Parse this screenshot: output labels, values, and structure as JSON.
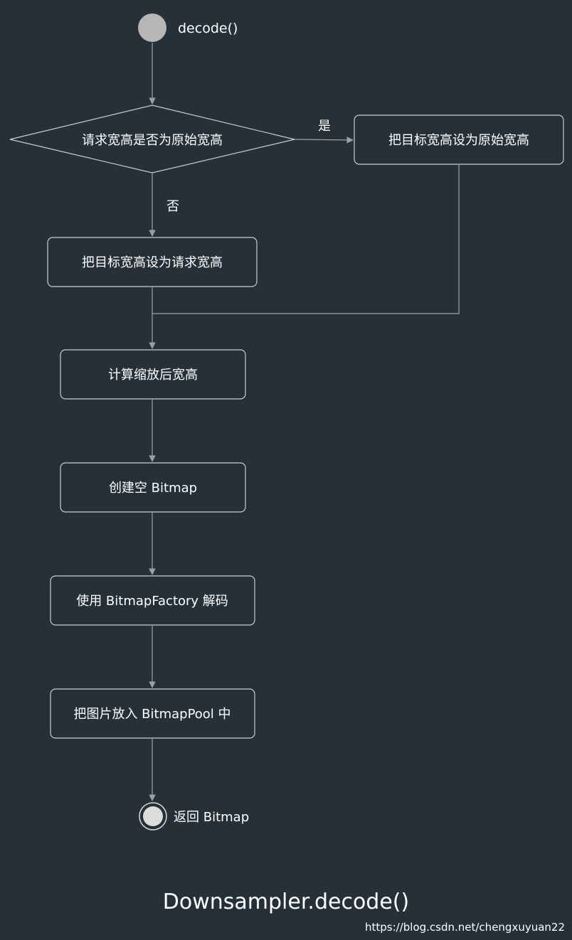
{
  "diagram": {
    "start_label": "decode()",
    "decision_text": "请求宽高是否为原始宽高",
    "yes_label": "是",
    "no_label": "否",
    "yes_box_text": "把目标宽高设为原始宽高",
    "no_box_text": "把目标宽高设为请求宽高",
    "steps": [
      "计算缩放后宽高",
      "创建空 Bitmap",
      "使用 BitmapFactory 解码",
      "把图片放入 BitmapPool 中"
    ],
    "end_label": "返回 Bitmap",
    "title": "Downsampler.decode()",
    "watermark": "https://blog.csdn.net/chengxuyuan22"
  },
  "colors": {
    "background": "#263038",
    "stroke": "#9aa1a6",
    "box_stroke": "#c8cdd0",
    "text": "#ffffff",
    "start_node": "#b6b6b6",
    "end_node": "#dcdcdc"
  }
}
